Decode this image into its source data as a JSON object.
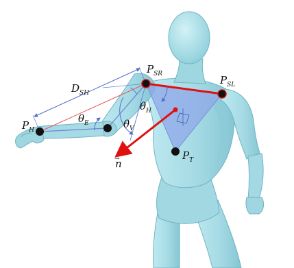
{
  "labels": {
    "d_sh": {
      "main": "D",
      "sub": "SH"
    },
    "p_sr": {
      "main": "P",
      "sub": "SR"
    },
    "p_sl": {
      "main": "P",
      "sub": "SL"
    },
    "p_h": {
      "main": "P",
      "sub": "H"
    },
    "p_t": {
      "main": "P",
      "sub": "T"
    },
    "theta_e": {
      "main": "θ",
      "sub": "E"
    },
    "theta_h": {
      "main": "θ",
      "sub": "H"
    },
    "theta_v": {
      "main": "θ",
      "sub": "V"
    },
    "n": {
      "main": "n",
      "accent": "→"
    }
  },
  "colors": {
    "body_fill": "#a8dde6",
    "body_shade": "#7fc3d0",
    "body_outline": "#5aa7b6",
    "triangle": "#8fa7e8",
    "red": "#e01010",
    "blue_line": "#6d86d8",
    "dim_line": "#4e6fc8",
    "point": "#111111"
  },
  "icons": {
    "figure": "humanoid-mannequin-icon"
  }
}
